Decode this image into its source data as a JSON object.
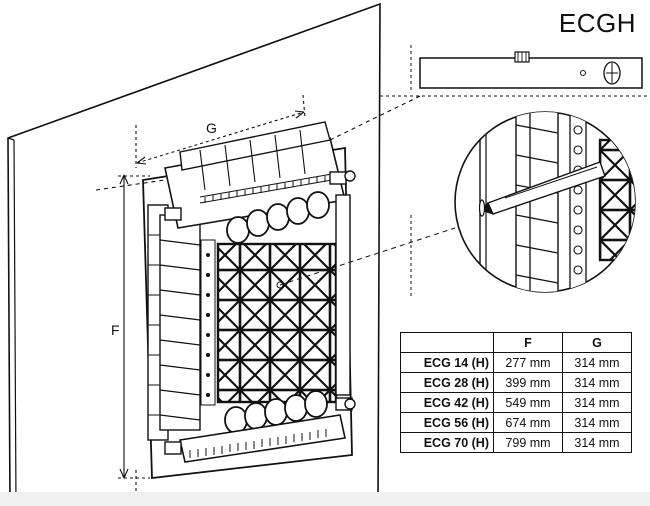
{
  "title": "ECGH",
  "dimension_labels": {
    "width": "G",
    "height": "F"
  },
  "table": {
    "columns": [
      "",
      "F",
      "G"
    ],
    "rows": [
      {
        "model": "ECG 14 (H)",
        "f": "277 mm",
        "g": "314 mm"
      },
      {
        "model": "ECG 28 (H)",
        "f": "399 mm",
        "g": "314 mm"
      },
      {
        "model": "ECG 42 (H)",
        "f": "549 mm",
        "g": "314 mm"
      },
      {
        "model": "ECG 56 (H)",
        "f": "674 mm",
        "g": "314 mm"
      },
      {
        "model": "ECG 70 (H)",
        "f": "799 mm",
        "g": "314 mm"
      }
    ]
  }
}
